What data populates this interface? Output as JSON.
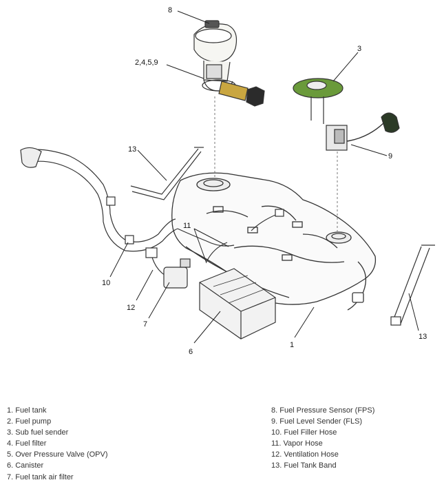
{
  "callouts": {
    "c1": "1",
    "c2459": "2,4,5,9",
    "c3": "3",
    "c6": "6",
    "c7": "7",
    "c8": "8",
    "c9": "9",
    "c10": "10",
    "c11": "11",
    "c12": "12",
    "c13a": "13",
    "c13b": "13"
  },
  "legend": {
    "left": [
      "1. Fuel tank",
      "2. Fuel pump",
      "3. Sub fuel sender",
      "4. Fuel filter",
      "5. Over Pressure Valve (OPV)",
      "6. Canister",
      "7. Fuel tank air filter"
    ],
    "right": [
      "8. Fuel Pressure Sensor (FPS)",
      "9. Fuel Level Sender (FLS)",
      "10. Fuel Filler Hose",
      "11. Vapor Hose",
      "12. Ventilation Hose",
      "13. Fuel Tank Band"
    ]
  },
  "colors": {
    "sender_flange": "#6a9a3a",
    "pump_filter": "#c9a640",
    "float": "#2b3a26"
  }
}
